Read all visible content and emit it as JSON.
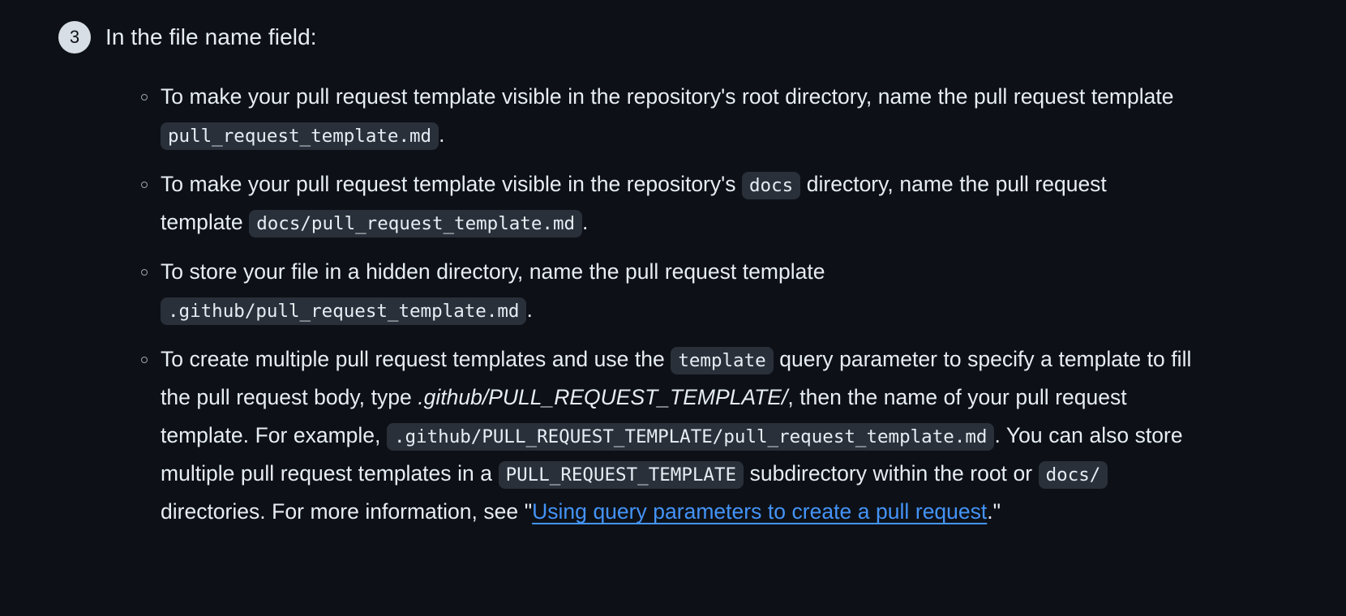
{
  "theme": {
    "background": "#0d1117",
    "text": "#e6edf3",
    "code_chip_bg": "#2a3039",
    "link": "#4493f8",
    "badge_bg": "#d8dee6",
    "badge_text": "#0d1117",
    "bullet_marker": "#9aa4b0"
  },
  "step": {
    "number": "3",
    "title": "In the file name field:"
  },
  "bullets": [
    {
      "id": "bullet-root-directory",
      "parts": [
        {
          "type": "text",
          "value": "To make your pull request template visible in the repository's root directory, name the pull request template "
        },
        {
          "type": "code",
          "value": "pull_request_template.md"
        },
        {
          "type": "text",
          "value": "."
        }
      ]
    },
    {
      "id": "bullet-docs-directory",
      "parts": [
        {
          "type": "text",
          "value": "To make your pull request template visible in the repository's "
        },
        {
          "type": "code",
          "value": "docs"
        },
        {
          "type": "text",
          "value": " directory, name the pull request template "
        },
        {
          "type": "code",
          "value": "docs/pull_request_template.md"
        },
        {
          "type": "text",
          "value": "."
        }
      ]
    },
    {
      "id": "bullet-hidden-directory",
      "parts": [
        {
          "type": "text",
          "value": "To store your file in a hidden directory, name the pull request template "
        },
        {
          "type": "code",
          "value": ".github/pull_request_template.md"
        },
        {
          "type": "text",
          "value": "."
        }
      ]
    },
    {
      "id": "bullet-multiple-templates",
      "parts": [
        {
          "type": "text",
          "value": "To create multiple pull request templates and use the "
        },
        {
          "type": "code",
          "value": "template"
        },
        {
          "type": "text",
          "value": " query parameter to specify a template to fill the pull request body, type "
        },
        {
          "type": "italic",
          "value": ".github/PULL_REQUEST_TEMPLATE/"
        },
        {
          "type": "text",
          "value": ", then the name of your pull request template. For example, "
        },
        {
          "type": "code",
          "value": ".github/PULL_REQUEST_TEMPLATE/pull_request_template.md"
        },
        {
          "type": "text",
          "value": ". You can also store multiple pull request templates in a "
        },
        {
          "type": "code",
          "value": "PULL_REQUEST_TEMPLATE"
        },
        {
          "type": "text",
          "value": " subdirectory within the root or "
        },
        {
          "type": "code",
          "value": "docs/"
        },
        {
          "type": "text",
          "value": " directories. For more information, see \""
        },
        {
          "type": "link",
          "value": "Using query parameters to create a pull request"
        },
        {
          "type": "text",
          "value": ".\""
        }
      ]
    }
  ]
}
